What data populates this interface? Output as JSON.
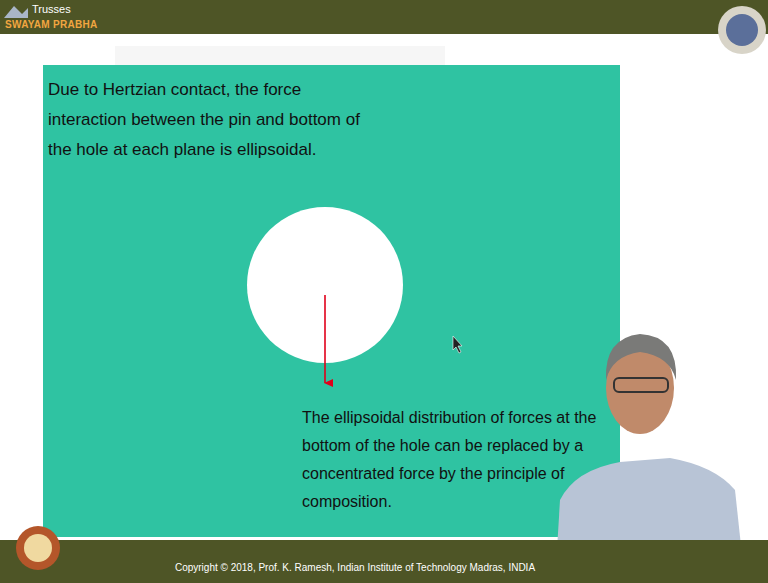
{
  "diagram": {
    "title": "Trusses",
    "labels": [
      "SWAYAM PRABHA",
      "Due to Hertzian contact, the force interaction between the pin and bottom of the hole at each plane is ellipsoidal.",
      "The ellipsoidal distribution of forces at the bottom of the hole can be replaced by a concentrated force by the principle of composition.",
      "Copyright © 2018, Prof. K. Ramesh, Indian Institute of Technology Madras, INDIA"
    ]
  }
}
